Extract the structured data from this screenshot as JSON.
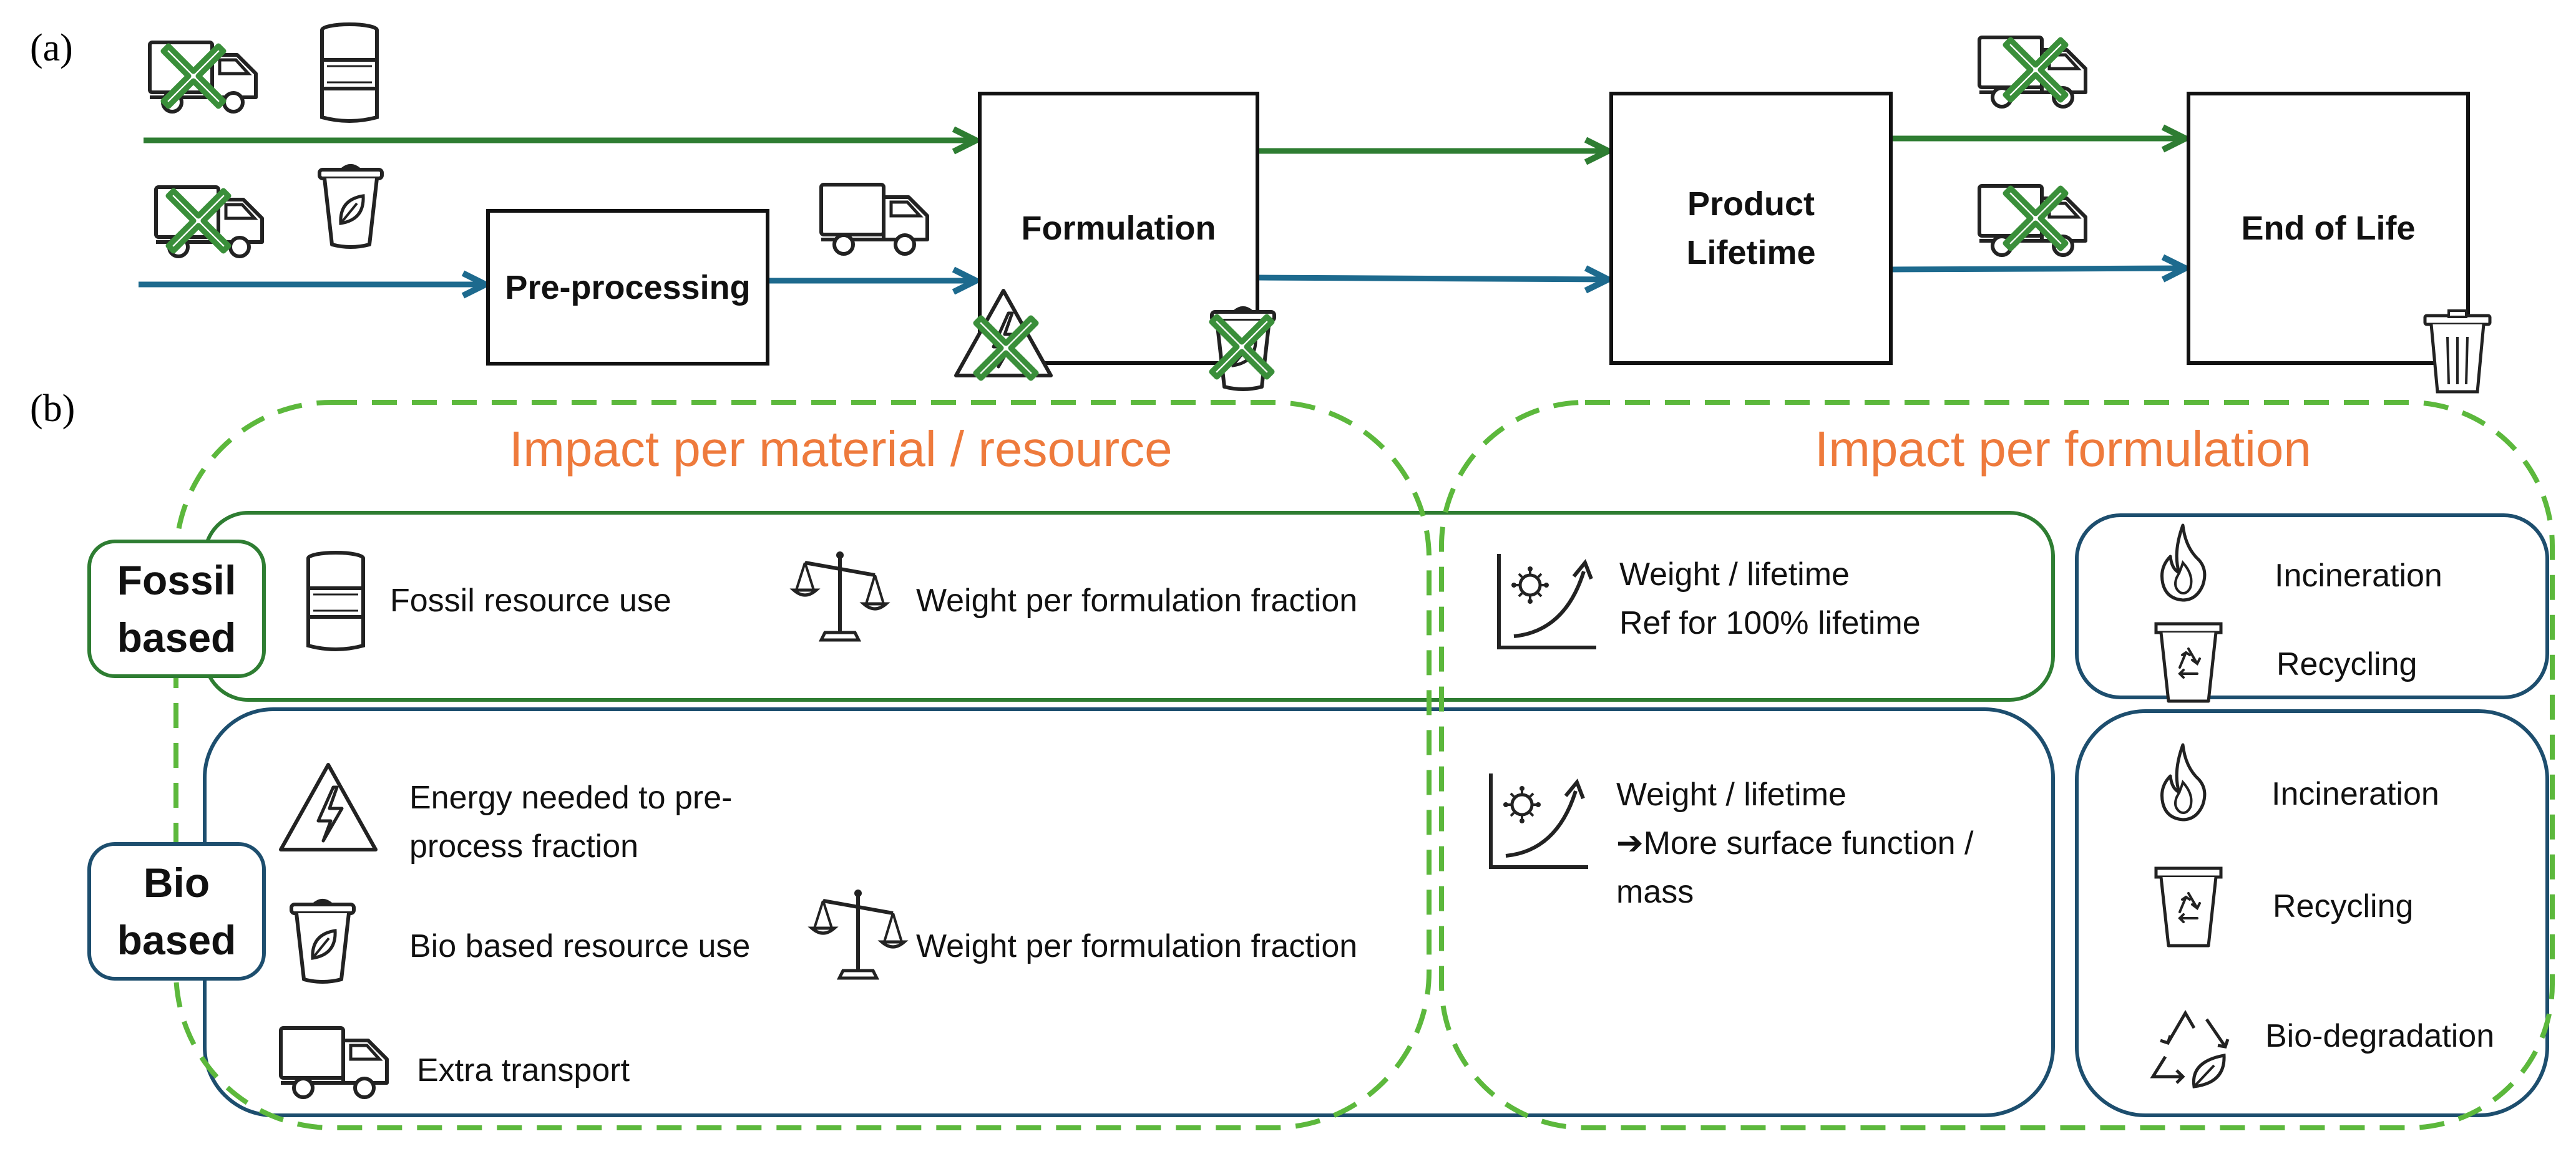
{
  "panel_a": {
    "label": "(a)",
    "stages": {
      "preprocessing": "Pre-processing",
      "formulation": "Formulation",
      "product_lifetime_line1": "Product",
      "product_lifetime_line2": "Lifetime",
      "end_of_life": "End of Life"
    }
  },
  "panel_b": {
    "label": "(b)",
    "left_title": "Impact per material / resource",
    "right_title": "Impact per formulation",
    "fossil_label_line1": "Fossil",
    "fossil_label_line2": "based",
    "bio_label_line1": "Bio",
    "bio_label_line2": "based",
    "fossil": {
      "resource_use": "Fossil resource use",
      "weight_fraction": "Weight per formulation  fraction",
      "formulation_line1": "Weight / lifetime",
      "formulation_line2": "Ref for 100% lifetime",
      "eol_incineration": "Incineration",
      "eol_recycling": "Recycling"
    },
    "bio": {
      "energy_line1": "Energy needed to pre-",
      "energy_line2": "process fraction",
      "resource_use": "Bio based resource use",
      "extra_transport": "Extra transport",
      "weight_fraction": "Weight per formulation  fraction",
      "formulation_line1": "Weight / lifetime",
      "formulation_line2": "➔More surface function /",
      "formulation_line3": "mass",
      "eol_incineration": "Incineration",
      "eol_recycling": "Recycling",
      "eol_biodegradation": "Bio-degradation"
    }
  },
  "colors": {
    "fossil_green": "#2e7d32",
    "bio_blue": "#1d4e6e",
    "dashed_green": "#5cb83c",
    "title_orange": "#ee7a3c",
    "cross_green": "#3a8f3a"
  },
  "icons": [
    "truck-icon",
    "oil-barrel-icon",
    "bio-bin-icon",
    "cross-icon",
    "hazard-triangle-icon",
    "trash-bin-icon",
    "balance-scale-icon",
    "growth-curve-icon",
    "flame-icon",
    "recycle-bin-icon",
    "biodegradation-icon"
  ]
}
